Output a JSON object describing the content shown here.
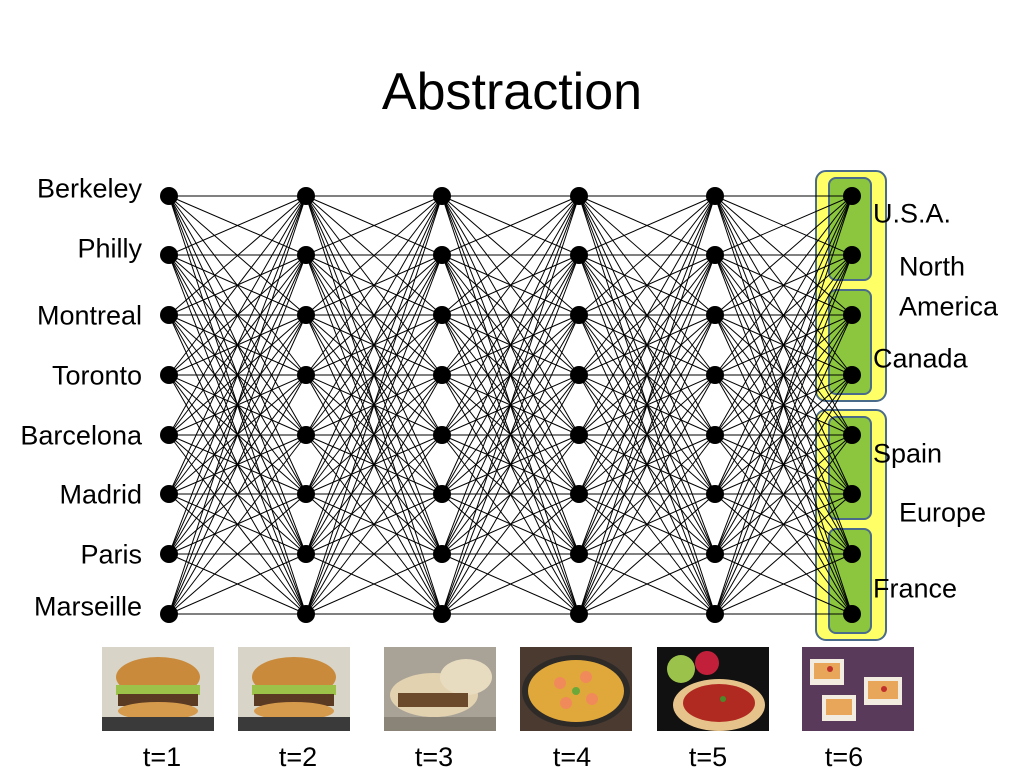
{
  "title": "Abstraction",
  "cities": [
    "Berkeley",
    "Philly",
    "Montreal",
    "Toronto",
    "Barcelona",
    "Madrid",
    "Paris",
    "Marseille"
  ],
  "groups": {
    "usa": "U.S.A.",
    "canada": "Canada",
    "spain": "Spain",
    "france": "France",
    "north_america_line1": "North",
    "north_america_line2": "America",
    "europe": "Europe"
  },
  "timesteps": [
    "t=1",
    "t=2",
    "t=3",
    "t=4",
    "t=5",
    "t=6"
  ],
  "images": [
    "burger-image",
    "burger-image",
    "sandwich-image",
    "paella-image",
    "gazpacho-image",
    "tapas-image"
  ],
  "colors": {
    "node": "#000000",
    "edge": "#000000",
    "inner_group_fill": "#8cc63f",
    "outer_group_fill": "#ffff66",
    "group_border": "#4a6b8a"
  }
}
